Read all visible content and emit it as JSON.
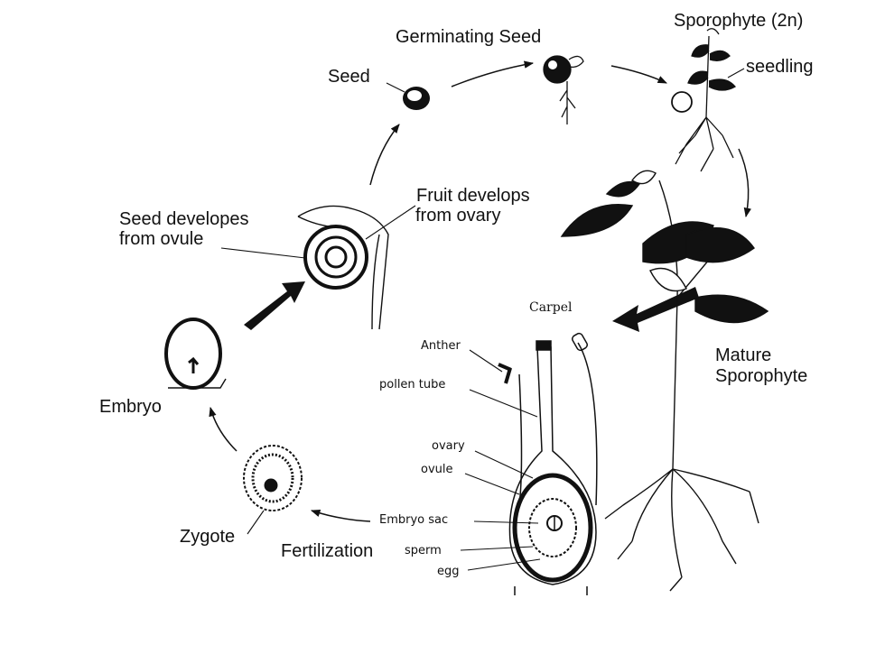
{
  "labels": {
    "germinating_seed": "Germinating Seed",
    "sporophyte": "Sporophyte (2n)",
    "seedling": "seedling",
    "seed": "Seed",
    "fruit_line1": "Fruit develops",
    "fruit_line2": "from ovary",
    "seed_dev_line1": "Seed developes",
    "seed_dev_line2": "from ovule",
    "carpel": "Carpel",
    "anther": "Anther",
    "pollen_tube": "pollen tube",
    "mature_line1": "Mature",
    "mature_line2": "Sporophyte",
    "embryo": "Embryo",
    "ovary": "ovary",
    "ovule": "ovule",
    "embryo_sac": "Embryo sac",
    "zygote": "Zygote",
    "fertilization": "Fertilization",
    "sperm": "sperm",
    "egg": "egg"
  },
  "colors": {
    "ink": "#111111",
    "background": "#ffffff"
  }
}
